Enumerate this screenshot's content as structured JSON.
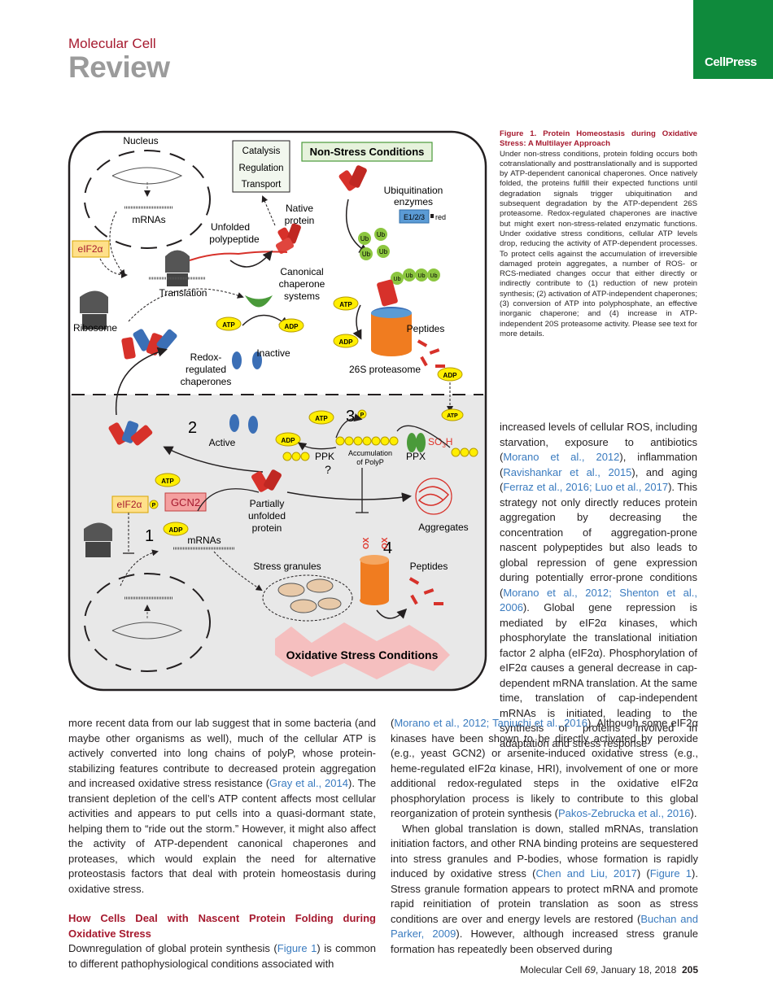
{
  "header": {
    "journal": "Molecular Cell",
    "section": "Review",
    "publisher_logo": "CellPress"
  },
  "figure": {
    "labels": {
      "nucleus": "Nucleus",
      "mrnas_top": "mRNAs",
      "catalysis": "Catalysis",
      "regulation": "Regulation",
      "transport": "Transport",
      "non_stress": "Non-Stress Conditions",
      "native_protein_1": "Native",
      "native_protein_2": "protein",
      "ubiquitination_1": "Ubiquitination",
      "ubiquitination_2": "enzymes",
      "e123": "E1/2/3",
      "red": "red",
      "unfolded_1": "Unfolded",
      "unfolded_2": "polypeptide",
      "eif2a_top": "eIF2α",
      "translation": "Translation",
      "ribosome": "Ribosome",
      "canonical_1": "Canonical",
      "canonical_2": "chaperone",
      "canonical_3": "systems",
      "peptides_top": "Peptides",
      "atp": "ATP",
      "adp": "ADP",
      "ub": "Ub",
      "redox_1": "Redox-",
      "redox_2": "regulated",
      "redox_3": "chaperones",
      "inactive": "Inactive",
      "proteasome": "26S proteasome",
      "num_2": "2",
      "num_3": "3",
      "num_1": "1",
      "num_4": "4",
      "active": "Active",
      "p": "P",
      "ppk": "PPK",
      "question": "?",
      "accumulation_1": "Accumulation",
      "accumulation_2": "of PolyP",
      "ppx": "PPX",
      "so3h": "SO",
      "so3h_sub": "3",
      "so3h_h": "H",
      "gcn2": "GCN2",
      "eif2a_bottom": "eIF2α",
      "partially_1": "Partially",
      "partially_2": "unfolded",
      "partially_3": "protein",
      "aggregates": "Aggregates",
      "mrnas_bottom": "mRNAs",
      "stress_granules": "Stress granules",
      "peptides_bottom": "Peptides",
      "ox": "OX",
      "oxidative": "Oxidative Stress Conditions"
    },
    "colors": {
      "protein_red": "#d7312a",
      "chaperone_green": "#4a9a3a",
      "ub_green": "#8cc63f",
      "atp_yellow": "#ffee00",
      "proteasome_orange": "#f07c20",
      "redox_blue": "#3b6fb6",
      "stress_bg": "#e8e8e8",
      "e123_blue": "#5b9bd5",
      "gcn2_red": "#f4a0a0",
      "ox_red": "#e0352b"
    }
  },
  "caption": {
    "title": "Figure 1. Protein Homeostasis during Oxidative Stress: A Multilayer Approach",
    "body": "Under non-stress conditions, protein folding occurs both cotranslationally and posttranslationally and is supported by ATP-dependent canonical chaperones. Once natively folded, the proteins fulfill their expected functions until degradation signals trigger ubiquitination and subsequent degradation by the ATP-dependent 26S proteasome. Redox-regulated chaperones are inactive but might exert non-stress-related enzymatic functions. Under oxidative stress conditions, cellular ATP levels drop, reducing the activity of ATP-dependent processes. To protect cells against the accumulation of irreversible damaged protein aggregates, a number of ROS- or RCS-mediated changes occur that either directly or indirectly contribute to (1) reduction of new protein synthesis; (2) activation of ATP-independent chaperones; (3) conversion of ATP into polyphosphate, an effective inorganic chaperone; and (4) increase in ATP-independent 20S proteasome activity. Please see text for more details."
  },
  "right_column": {
    "p1_a": "increased levels of cellular ROS, including starvation, exposure to antibiotics (",
    "p1_ref1": "Morano et al., 2012",
    "p1_b": "), inflammation (",
    "p1_ref2": "Ravishankar et al., 2015",
    "p1_c": "), and aging (",
    "p1_ref3": "Ferraz et al., 2016; Luo et al., 2017",
    "p1_d": "). This strategy not only directly reduces protein aggregation by decreasing the concentration of aggregation-prone nascent polypeptides but also leads to global repression of gene expression during potentially error-prone conditions (",
    "p1_ref4": "Morano et al., 2012; Shenton et al., 2006",
    "p1_e": "). Global gene repression is mediated by eIF2α kinases, which phosphorylate the translational initiation factor 2 alpha (eIF2α). Phosphorylation of eIF2α causes a general decrease in cap-dependent mRNA translation. At the same time, translation of cap-independent mRNAs is initiated, leading to the synthesis of proteins involved in adaptation and stress response"
  },
  "bottom_left": {
    "p1_a": "more recent data from our lab suggest that in some bacteria (and maybe other organisms as well), much of the cellular ATP is actively converted into long chains of polyP, whose protein-stabilizing features contribute to decreased protein aggregation and increased oxidative stress resistance (",
    "p1_ref1": "Gray et al., 2014",
    "p1_b": "). The transient depletion of the cell’s ATP content affects most cellular activities and appears to put cells into a quasi-dormant state, helping them to “ride out the storm.” However, it might also affect the activity of ATP-dependent canonical chaperones and proteases, which would explain the need for alternative proteostasis factors that deal with protein homeostasis during oxidative stress.",
    "heading": "How Cells Deal with Nascent Protein Folding during Oxidative Stress",
    "p2_a": "Downregulation of global protein synthesis (",
    "p2_ref1": "Figure 1",
    "p2_b": ") is common to different pathophysiological conditions associated with"
  },
  "bottom_right": {
    "p1_a": "(",
    "p1_ref1": "Morano et al., 2012; Taniuchi et al., 2016",
    "p1_b": "). Although some eIF2α kinases have been shown to be directly activated by peroxide (e.g., yeast GCN2) or arsenite-induced oxidative stress (e.g., heme-regulated eIF2α kinase, HRI), involvement of one or more additional redox-regulated steps in the oxidative eIF2α phosphorylation process is likely to contribute to this global reorganization of protein synthesis (",
    "p1_ref2": "Pakos-Zebrucka et al., 2016",
    "p1_c": ").",
    "p2_a": "When global translation is down, stalled mRNAs, translation initiation factors, and other RNA binding proteins are sequestered into stress granules and P-bodies, whose formation is rapidly induced by oxidative stress (",
    "p2_ref1": "Chen and Liu, 2017",
    "p2_b": ") (",
    "p2_ref2": "Figure 1",
    "p2_c": "). Stress granule formation appears to protect mRNA and promote rapid reinitiation of protein translation as soon as stress conditions are over and energy levels are restored (",
    "p2_ref3": "Buchan and Parker, 2009",
    "p2_d": "). However, although increased stress granule formation has repeatedly been observed during"
  },
  "footer": {
    "journal": "Molecular Cell",
    "volume": "69",
    "date": ", January 18, 2018",
    "page": "205"
  }
}
